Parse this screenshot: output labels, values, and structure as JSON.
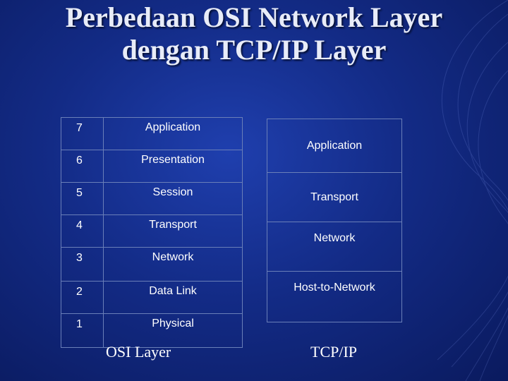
{
  "title_line1": "Perbedaan OSI Network Layer",
  "title_line2": "dengan TCP/IP Layer",
  "osi_layers": [
    {
      "num": "7",
      "name": "Application"
    },
    {
      "num": "6",
      "name": "Presentation"
    },
    {
      "num": "5",
      "name": "Session"
    },
    {
      "num": "4",
      "name": "Transport"
    },
    {
      "num": "3",
      "name": "Network"
    },
    {
      "num": "2",
      "name": "Data Link"
    },
    {
      "num": "1",
      "name": "Physical"
    }
  ],
  "tcpip_layers": [
    {
      "name": "Application"
    },
    {
      "name": "Transport"
    },
    {
      "name": "Network"
    },
    {
      "name": "Host-to-Network"
    }
  ],
  "osi_caption": "OSI Layer",
  "tcpip_caption": "TCP/IP",
  "colors": {
    "background": "#132b86",
    "text": "#ffffff",
    "border": "#6a7fb8"
  }
}
